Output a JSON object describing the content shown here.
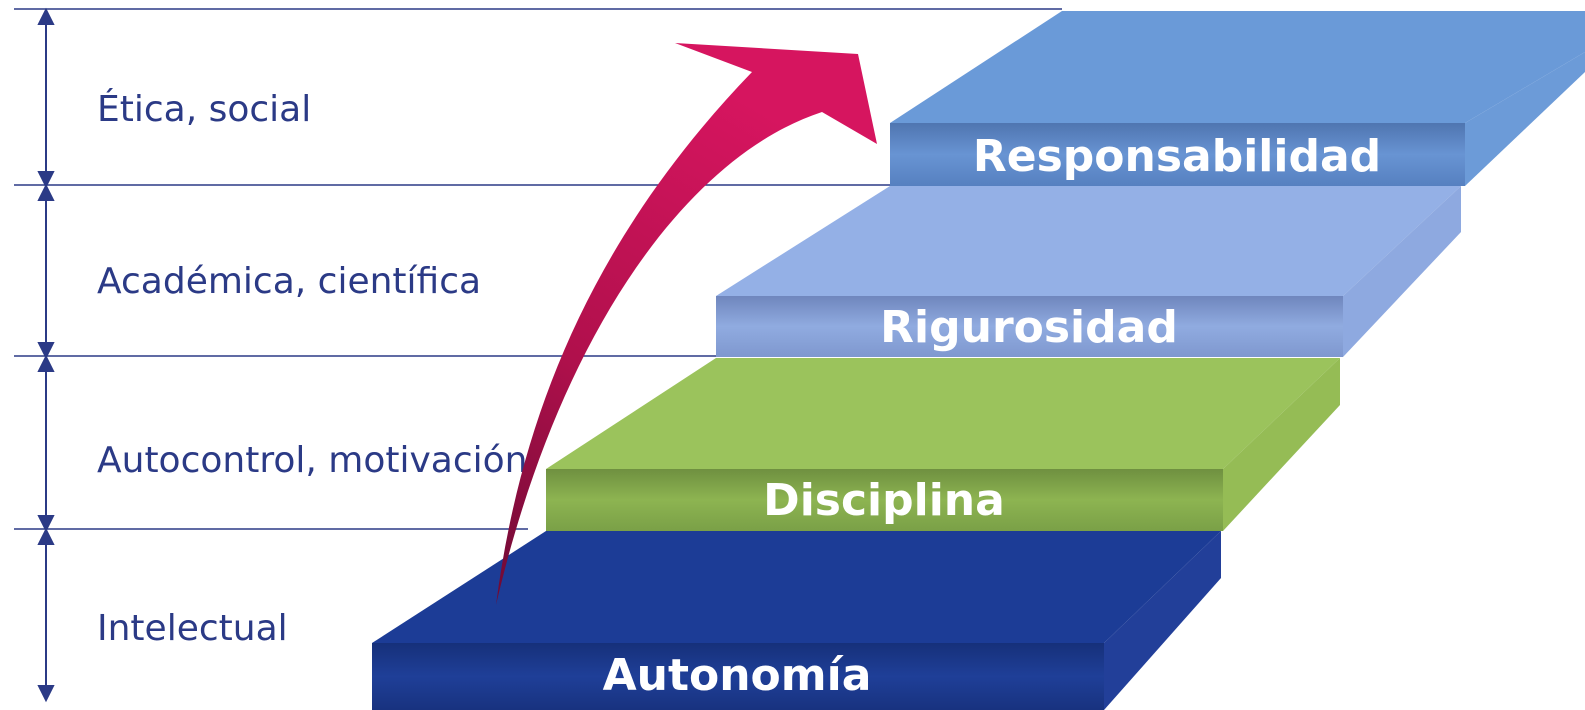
{
  "levels": [
    {
      "label": "Ética, social"
    },
    {
      "label": "Académica, científica"
    },
    {
      "label": "Autocontrol, motivación"
    },
    {
      "label": "Intelectual"
    }
  ],
  "steps": [
    {
      "label": "Autonomía",
      "color": "#1c3c96"
    },
    {
      "label": "Disciplina",
      "color": "#9bc35c"
    },
    {
      "label": "Rigurosidad",
      "color": "#94b0e6"
    },
    {
      "label": "Responsabilidad",
      "color": "#6a9ad8"
    }
  ],
  "arrow_color": "#cc135c",
  "line_color": "#2b3a86"
}
